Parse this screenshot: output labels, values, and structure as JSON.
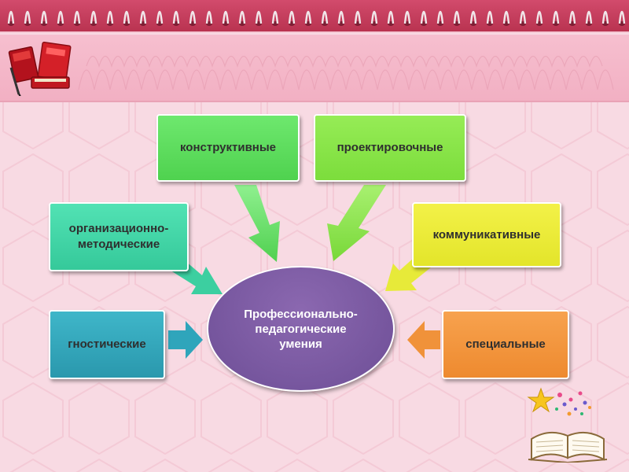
{
  "diagram": {
    "center": {
      "label": "Профессионально-\nпедагогические\nумения"
    },
    "nodes": [
      {
        "id": "constructive",
        "label": "конструктивные"
      },
      {
        "id": "projective",
        "label": "проектировочные"
      },
      {
        "id": "organizational",
        "label": "организационно-\nметодические"
      },
      {
        "id": "communicative",
        "label": "коммуникативные"
      },
      {
        "id": "gnostic",
        "label": "гностические"
      },
      {
        "id": "special",
        "label": "специальные"
      }
    ]
  },
  "decor": {
    "top_left_icon": "red-books-icon",
    "bottom_right_icon": "open-book-with-stars-icon"
  },
  "colors": {
    "header": "#c43d5d",
    "background": "#f8dae3",
    "constructive": "#5ddd5d",
    "projective": "#88e548",
    "organizational": "#40d4a6",
    "communicative": "#ebeb38",
    "gnostic": "#33a8bc",
    "special": "#f2963c",
    "center": "#7a5aa3"
  }
}
